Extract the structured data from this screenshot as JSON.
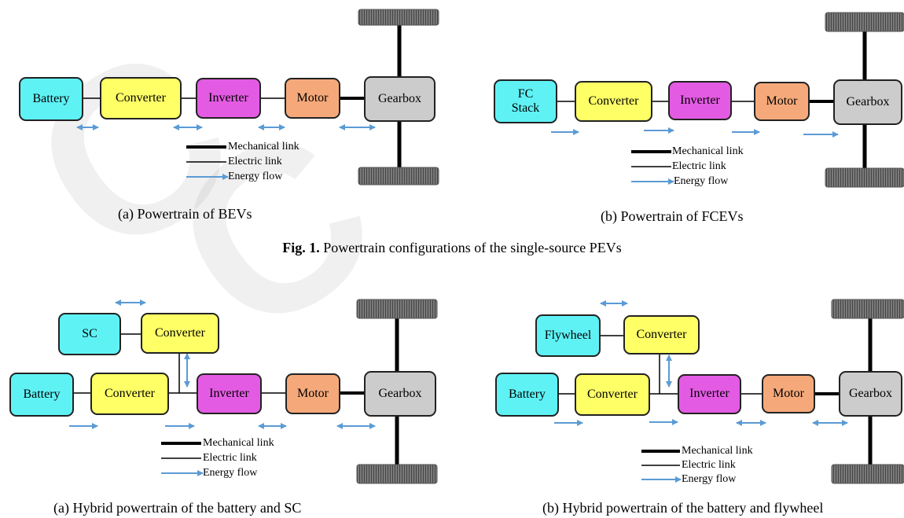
{
  "colors": {
    "battery": "#5ff2f5",
    "converter": "#ffff66",
    "inverter": "#e35be3",
    "motor": "#f5a97a",
    "gearbox": "#cccccc",
    "arrow": "#5b9bd5",
    "wheel": "#6e6e6e"
  },
  "diagrams": {
    "a1": {
      "caption": "(a) Powertrain of BEVs",
      "boxes": {
        "source": "Battery",
        "converter": "Converter",
        "inverter": "Inverter",
        "motor": "Motor",
        "gearbox": "Gearbox"
      },
      "legend": {
        "mechanical": "Mechanical link",
        "electric": "Electric link",
        "energy": "Energy flow"
      }
    },
    "b1": {
      "caption": "(b) Powertrain of FCEVs",
      "boxes": {
        "source_line1": "FC",
        "source_line2": "Stack",
        "converter": "Converter",
        "inverter": "Inverter",
        "motor": "Motor",
        "gearbox": "Gearbox"
      },
      "legend": {
        "mechanical": "Mechanical link",
        "electric": "Electric link",
        "energy": "Energy flow"
      }
    },
    "a2": {
      "caption": "(a) Hybrid powertrain of the battery and SC",
      "boxes": {
        "aux": "SC",
        "aux_converter": "Converter",
        "source": "Battery",
        "converter": "Converter",
        "inverter": "Inverter",
        "motor": "Motor",
        "gearbox": "Gearbox"
      },
      "legend": {
        "mechanical": "Mechanical link",
        "electric": "Electric link",
        "energy": "Energy flow"
      }
    },
    "b2": {
      "caption": "(b) Hybrid powertrain of the battery and flywheel",
      "boxes": {
        "aux": "Flywheel",
        "aux_converter": "Converter",
        "source": "Battery",
        "converter": "Converter",
        "inverter": "Inverter",
        "motor": "Motor",
        "gearbox": "Gearbox"
      },
      "legend": {
        "mechanical": "Mechanical link",
        "electric": "Electric link",
        "energy": "Energy flow"
      }
    }
  },
  "figure_caption": {
    "label": "Fig. 1.",
    "text": " Powertrain configurations of the single-source PEVs"
  }
}
